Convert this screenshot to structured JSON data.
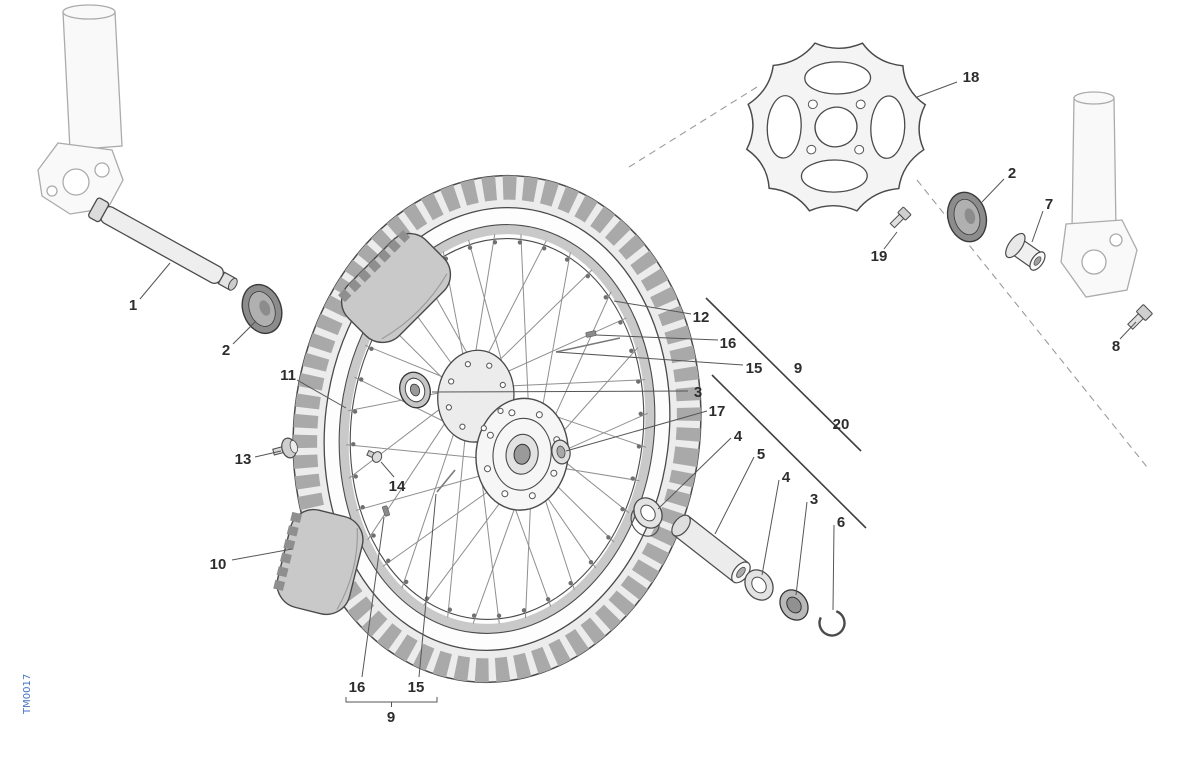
{
  "document": {
    "code": "TM0017"
  },
  "colors": {
    "outline": "#4a4a4a",
    "phantom_outline": "#ababab",
    "fill_light": "#f0f0f0",
    "fill_mid": "#c9c9c9",
    "fill_dark": "#8c8c8c",
    "callout_text": "#2d2d2d",
    "code_text": "#4472c4",
    "background": "#ffffff"
  },
  "callouts": [
    {
      "label": "1"
    },
    {
      "label": "2"
    },
    {
      "label": "11"
    },
    {
      "label": "13"
    },
    {
      "label": "10"
    },
    {
      "label": "14"
    },
    {
      "label": "12"
    },
    {
      "label": "16"
    },
    {
      "label": "15"
    },
    {
      "label": "9"
    },
    {
      "label": "3"
    },
    {
      "label": "17"
    },
    {
      "label": "4"
    },
    {
      "label": "5"
    },
    {
      "label": "4"
    },
    {
      "label": "3"
    },
    {
      "label": "6"
    },
    {
      "label": "20"
    },
    {
      "label": "18"
    },
    {
      "label": "19"
    },
    {
      "label": "2"
    },
    {
      "label": "7"
    },
    {
      "label": "8"
    },
    {
      "label": "16"
    },
    {
      "label": "15"
    },
    {
      "label": "9"
    }
  ]
}
